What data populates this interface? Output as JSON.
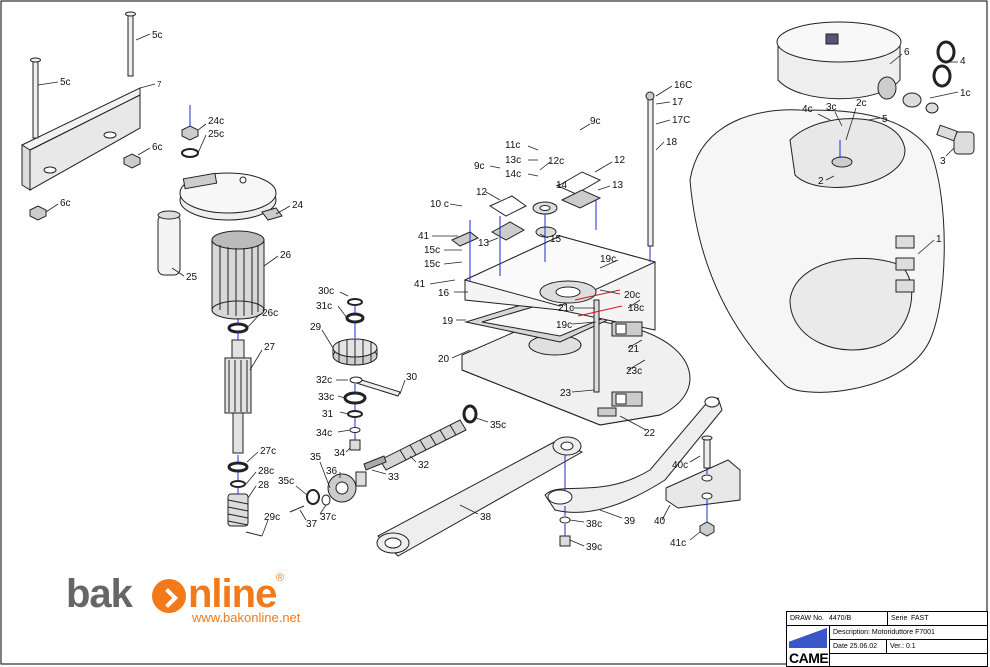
{
  "diagram": {
    "labels": [
      {
        "id": "5c-top",
        "text": "5c"
      },
      {
        "id": "5c-left",
        "text": "5c"
      },
      {
        "id": "7",
        "text": "7"
      },
      {
        "id": "6c-right",
        "text": "6c"
      },
      {
        "id": "6c-left",
        "text": "6c"
      },
      {
        "id": "24c",
        "text": "24c"
      },
      {
        "id": "25c",
        "text": "25c"
      },
      {
        "id": "24",
        "text": "24"
      },
      {
        "id": "25",
        "text": "25"
      },
      {
        "id": "26",
        "text": "26"
      },
      {
        "id": "26c",
        "text": "26c"
      },
      {
        "id": "27",
        "text": "27"
      },
      {
        "id": "27c",
        "text": "27c"
      },
      {
        "id": "28c",
        "text": "28c"
      },
      {
        "id": "28",
        "text": "28"
      },
      {
        "id": "29c",
        "text": "29c"
      },
      {
        "id": "30c",
        "text": "30c"
      },
      {
        "id": "31c",
        "text": "31c"
      },
      {
        "id": "29",
        "text": "29"
      },
      {
        "id": "30",
        "text": "30"
      },
      {
        "id": "32c",
        "text": "32c"
      },
      {
        "id": "33c",
        "text": "33c"
      },
      {
        "id": "31",
        "text": "31"
      },
      {
        "id": "34c",
        "text": "34c"
      },
      {
        "id": "34",
        "text": "34"
      },
      {
        "id": "35",
        "text": "35"
      },
      {
        "id": "36",
        "text": "36"
      },
      {
        "id": "35c-left",
        "text": "35c"
      },
      {
        "id": "37c",
        "text": "37c"
      },
      {
        "id": "37",
        "text": "37"
      },
      {
        "id": "32",
        "text": "32"
      },
      {
        "id": "33",
        "text": "33"
      },
      {
        "id": "35c-right",
        "text": "35c"
      },
      {
        "id": "38",
        "text": "38"
      },
      {
        "id": "38c",
        "text": "38c"
      },
      {
        "id": "39c",
        "text": "39c"
      },
      {
        "id": "39",
        "text": "39"
      },
      {
        "id": "40c",
        "text": "40c"
      },
      {
        "id": "40",
        "text": "40"
      },
      {
        "id": "41c",
        "text": "41c"
      },
      {
        "id": "9c-top",
        "text": "9c"
      },
      {
        "id": "11c",
        "text": "11c"
      },
      {
        "id": "13c",
        "text": "13c"
      },
      {
        "id": "9c-left",
        "text": "9c"
      },
      {
        "id": "12c",
        "text": "12c"
      },
      {
        "id": "14c",
        "text": "14c"
      },
      {
        "id": "12-right",
        "text": "12"
      },
      {
        "id": "13-right",
        "text": "13"
      },
      {
        "id": "14",
        "text": "14"
      },
      {
        "id": "12-left",
        "text": "12"
      },
      {
        "id": "10c",
        "text": "10 c"
      },
      {
        "id": "13-left",
        "text": "13"
      },
      {
        "id": "15",
        "text": "15"
      },
      {
        "id": "41-top",
        "text": "41"
      },
      {
        "id": "15c-a",
        "text": "15c"
      },
      {
        "id": "15c-b",
        "text": "15c"
      },
      {
        "id": "41-bottom",
        "text": "41"
      },
      {
        "id": "16",
        "text": "16"
      },
      {
        "id": "19c-top",
        "text": "19c"
      },
      {
        "id": "20c",
        "text": "20c"
      },
      {
        "id": "21c",
        "text": "21c"
      },
      {
        "id": "18c",
        "text": "18c"
      },
      {
        "id": "19",
        "text": "19"
      },
      {
        "id": "19c-bottom",
        "text": "19c"
      },
      {
        "id": "21",
        "text": "21"
      },
      {
        "id": "20",
        "text": "20"
      },
      {
        "id": "23c",
        "text": "23c"
      },
      {
        "id": "23",
        "text": "23"
      },
      {
        "id": "22",
        "text": "22"
      },
      {
        "id": "16C",
        "text": "16C"
      },
      {
        "id": "17",
        "text": "17"
      },
      {
        "id": "17C",
        "text": "17C"
      },
      {
        "id": "18",
        "text": "18"
      },
      {
        "id": "6",
        "text": "6"
      },
      {
        "id": "4",
        "text": "4"
      },
      {
        "id": "1c",
        "text": "1c"
      },
      {
        "id": "4c",
        "text": "4c"
      },
      {
        "id": "3c",
        "text": "3c"
      },
      {
        "id": "2c",
        "text": "2c"
      },
      {
        "id": "5",
        "text": "5"
      },
      {
        "id": "2",
        "text": "2"
      },
      {
        "id": "3",
        "text": "3"
      },
      {
        "id": "1",
        "text": "1"
      }
    ]
  },
  "logo": {
    "bak": "bak",
    "online": "nline",
    "reg": "®",
    "url": "www.bakonline.net"
  },
  "title_block": {
    "draw_no_label": "DRAW No.",
    "draw_no": "4470/B",
    "serie_label": "Serie",
    "serie": "FAST",
    "description": "Description: Motoriduttore F7001",
    "date": "Date 25.06.02",
    "version": "Ver.: 0.1",
    "brand": "CAME"
  }
}
